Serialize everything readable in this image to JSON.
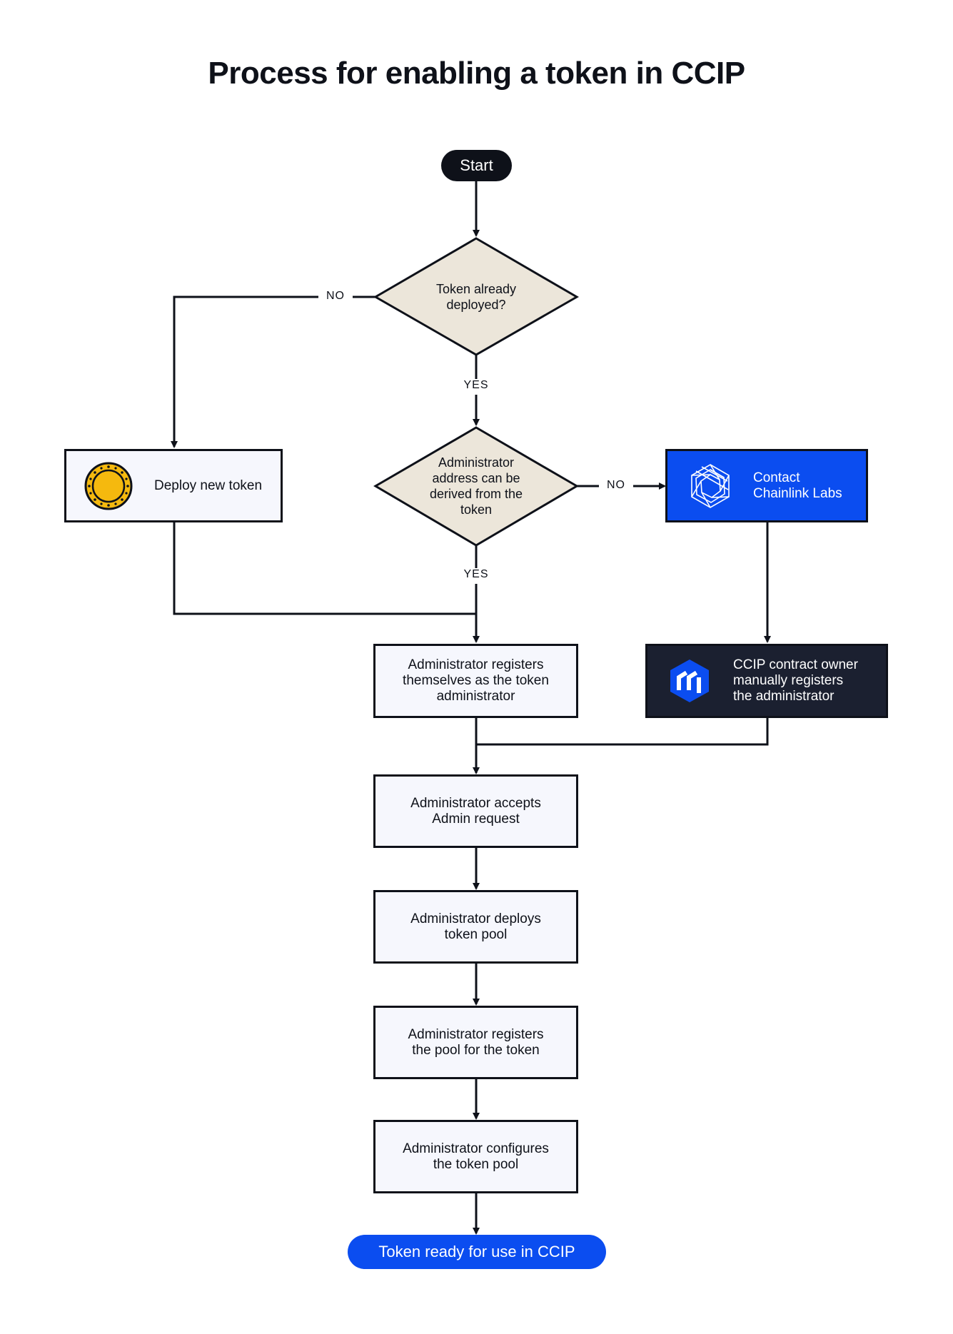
{
  "title": "Process for enabling a token in CCIP",
  "nodes": {
    "start": "Start",
    "token_deployed": "Token already\ndeployed?",
    "admin_derived": "Administrator\naddress can be\nderived from the\ntoken",
    "deploy_new_token": "Deploy new token",
    "contact_chainlink": "Contact\nChainlink Labs",
    "admin_registers_self": "Administrator registers\nthemselves as the token\nadministrator",
    "ccip_owner_registers": "CCIP contract owner\nmanually registers\nthe administrator",
    "accepts_admin": "Administrator accepts\nAdmin request",
    "deploys_pool": "Administrator deploys\ntoken pool",
    "registers_pool": "Administrator registers\nthe pool for the token",
    "configures_pool": "Administrator configures\nthe token pool",
    "ready": "Token ready for use in CCIP"
  },
  "edge_labels": {
    "no_1": "NO",
    "yes_1": "YES",
    "no_2": "NO",
    "yes_2": "YES"
  },
  "icons": {
    "token": "coin-icon",
    "chainlink": "chainlink-hexagon-icon",
    "ccip": "ccip-logo-icon"
  },
  "colors": {
    "ink": "#0e1119",
    "box_fill": "#f6f7fd",
    "diamond_fill": "#ece6da",
    "chainlink_blue": "#0b4df0",
    "dark_box": "#1b2030",
    "coin_gold": "#f5b90e"
  }
}
